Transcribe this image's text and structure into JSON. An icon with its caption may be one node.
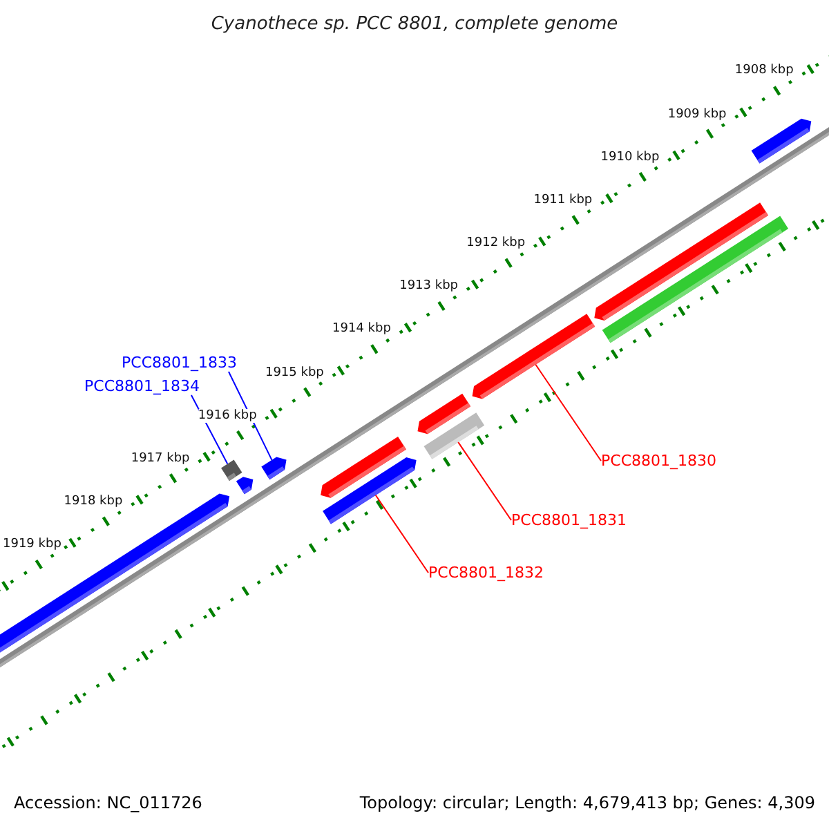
{
  "diagram": {
    "title": "Cyanothece sp. PCC 8801, complete genome",
    "nodes": [
      {
        "text": [
          "PCC8801_1833"
        ]
      },
      {
        "text": [
          "PCC8801_1834"
        ]
      },
      {
        "text": [
          "PCC8801_1830"
        ]
      },
      {
        "text": [
          "PCC8801_1831"
        ]
      },
      {
        "text": [
          "PCC8801_1832"
        ]
      },
      {
        "text": [],
        "shape": "bar"
      },
      {
        "text": [],
        "shape": "bar"
      },
      {
        "text": [],
        "shape": "bar"
      },
      {
        "text": [],
        "shape": "bar"
      },
      {
        "text": [],
        "shape": "bar"
      }
    ],
    "edges": [
      {
        "from": 0,
        "to": 6,
        "arrow": "none",
        "color": "#0000ff"
      },
      {
        "from": 1,
        "to": 5,
        "arrow": "none",
        "color": "#0000ff"
      },
      {
        "from": 2,
        "to": 9,
        "arrow": "none"
      },
      {
        "from": 3,
        "to": 8,
        "arrow": "none"
      },
      {
        "from": 4,
        "to": 7,
        "arrow": "none"
      }
    ],
    "labels": [
      "1908 kbp",
      "1909 kbp",
      "1910 kbp",
      "1911 kbp",
      "1912 kbp",
      "1913 kbp",
      "1914 kbp",
      "1915 kbp",
      "1916 kbp",
      "1917 kbp",
      "1918 kbp",
      "1919 kbp",
      "Accession: NC_011726",
      "Topology: circular; Length: 4,679,413 bp; Genes: 4,309"
    ]
  }
}
